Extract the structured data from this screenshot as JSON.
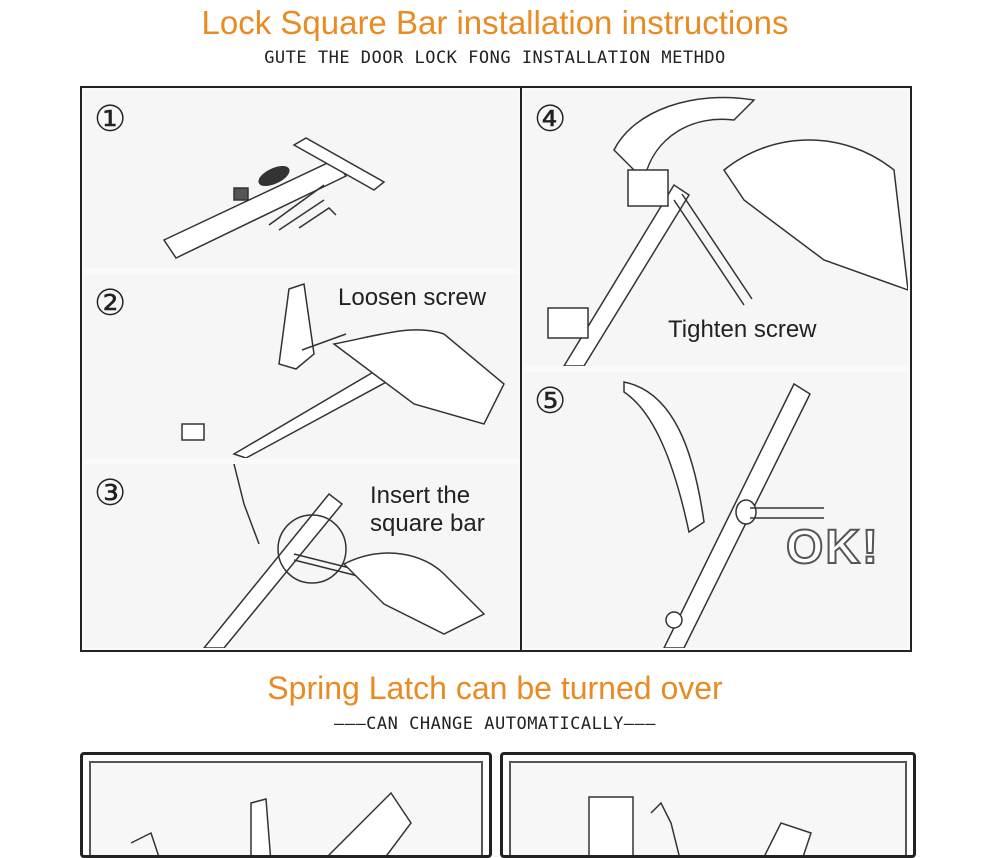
{
  "header": {
    "title": "Lock Square Bar installation instructions",
    "subtitle": "GUTE THE DOOR LOCK FONG INSTALLATION METHDO"
  },
  "steps": [
    {
      "number": "①",
      "caption": ""
    },
    {
      "number": "②",
      "caption": "Loosen screw"
    },
    {
      "number": "③",
      "caption_line1": "Insert the",
      "caption_line2": "square bar"
    },
    {
      "number": "④",
      "caption": "Tighten screw"
    },
    {
      "number": "⑤",
      "caption": "OK!"
    }
  ],
  "section2": {
    "title": "Spring Latch can be turned over",
    "subtitle": "———CAN CHANGE AUTOMATICALLY———"
  }
}
